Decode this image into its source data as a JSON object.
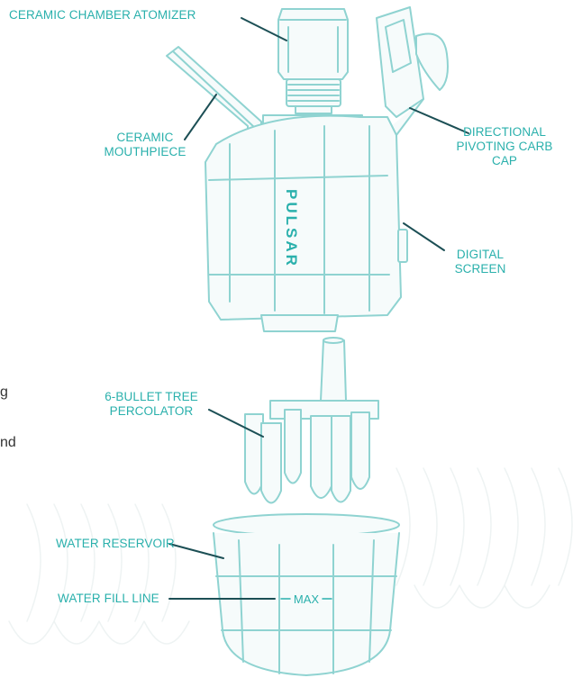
{
  "colors": {
    "outline": "#8fd3d1",
    "accent": "#2ab0ac",
    "fill": "#f6fbfb",
    "watermark": "#eef3f3"
  },
  "brand": "PULSAR",
  "max_mark": "MAX",
  "labels": {
    "atomizer": "CERAMIC CHAMBER ATOMIZER",
    "mouthpiece": [
      "CERAMIC",
      "MOUTHPIECE"
    ],
    "carb_cap": [
      "DIRECTIONAL",
      "PIVOTING CARB",
      "CAP"
    ],
    "screen": [
      "DIGITAL",
      "SCREEN"
    ],
    "percolator": [
      "6-BULLET TREE",
      "PERCOLATOR"
    ],
    "reservoir": "WATER RESERVOIR",
    "fill_line": "WATER FILL LINE"
  },
  "cropped_text": [
    "g",
    "nd"
  ]
}
